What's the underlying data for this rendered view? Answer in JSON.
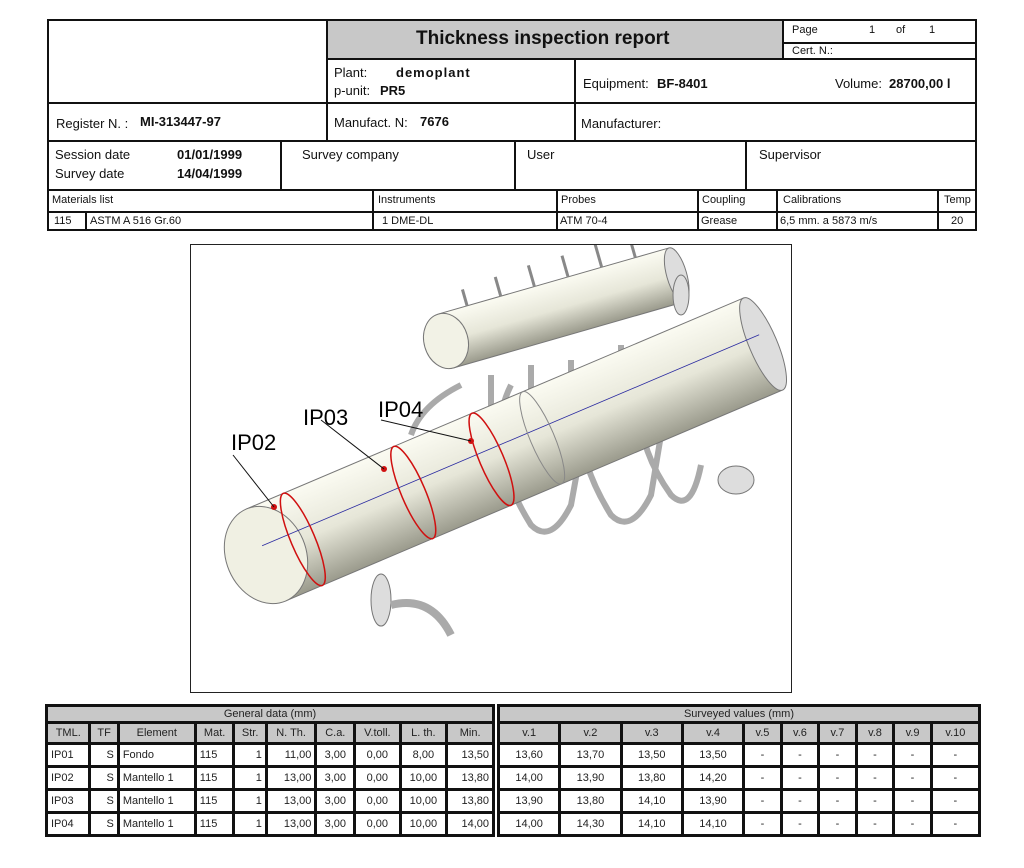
{
  "header": {
    "title": "Thickness inspection report",
    "page_label": "Page",
    "page_num": "1",
    "of_label": "of",
    "page_total": "1",
    "cert_label": "Cert. N.:",
    "plant_label": "Plant:",
    "plant_value": "demoplant",
    "punit_label": "p-unit:",
    "punit_value": "PR5",
    "equipment_label": "Equipment:",
    "equipment_value": "BF-8401",
    "volume_label": "Volume:",
    "volume_value": "28700,00 l",
    "register_label": "Register N. :",
    "register_value": "MI-313447-97",
    "manufact_label": "Manufact. N:",
    "manufact_value": "7676",
    "manufacturer_label": "Manufacturer:",
    "session_label": "Session date",
    "session_value": "01/01/1999",
    "survey_label": "Survey date",
    "survey_value": "14/04/1999",
    "survey_company_label": "Survey company",
    "user_label": "User",
    "supervisor_label": "Supervisor",
    "materials_label": "Materials list",
    "material_code": "115",
    "material_name": "ASTM A 516 Gr.60",
    "instruments_label": "Instruments",
    "instrument": "1  DME-DL",
    "probes_label": "Probes",
    "probe": "ATM 70-4",
    "coupling_label": "Coupling",
    "coupling": "Grease",
    "calibrations_label": "Calibrations",
    "calibration": "6,5 mm.  a 5873 m/s",
    "temp_label": "Temp",
    "temp": "20"
  },
  "drawing": {
    "labels": [
      "IP02",
      "IP03",
      "IP04"
    ]
  },
  "general": {
    "title": "General data (mm)",
    "columns": [
      "TML.",
      "TF",
      "Element",
      "Mat.",
      "Str.",
      "N. Th.",
      "C.a.",
      "V.toll.",
      "L. th.",
      "Min."
    ],
    "rows": [
      [
        "IP01",
        "S",
        "Fondo",
        "115",
        "1",
        "11,00",
        "3,00",
        "0,00",
        "8,00",
        "13,50"
      ],
      [
        "IP02",
        "S",
        "Mantello 1",
        "115",
        "1",
        "13,00",
        "3,00",
        "0,00",
        "10,00",
        "13,80"
      ],
      [
        "IP03",
        "S",
        "Mantello 1",
        "115",
        "1",
        "13,00",
        "3,00",
        "0,00",
        "10,00",
        "13,80"
      ],
      [
        "IP04",
        "S",
        "Mantello 1",
        "115",
        "1",
        "13,00",
        "3,00",
        "0,00",
        "10,00",
        "14,00"
      ]
    ]
  },
  "surveyed": {
    "title": "Surveyed values (mm)",
    "columns": [
      "v.1",
      "v.2",
      "v.3",
      "v.4",
      "v.5",
      "v.6",
      "v.7",
      "v.8",
      "v.9",
      "v.10"
    ],
    "rows": [
      [
        "13,60",
        "13,70",
        "13,50",
        "13,50",
        "-",
        "-",
        "-",
        "-",
        "-",
        "-"
      ],
      [
        "14,00",
        "13,90",
        "13,80",
        "14,20",
        "-",
        "-",
        "-",
        "-",
        "-",
        "-"
      ],
      [
        "13,90",
        "13,80",
        "14,10",
        "13,90",
        "-",
        "-",
        "-",
        "-",
        "-",
        "-"
      ],
      [
        "14,00",
        "14,30",
        "14,10",
        "14,10",
        "-",
        "-",
        "-",
        "-",
        "-",
        "-"
      ]
    ]
  }
}
